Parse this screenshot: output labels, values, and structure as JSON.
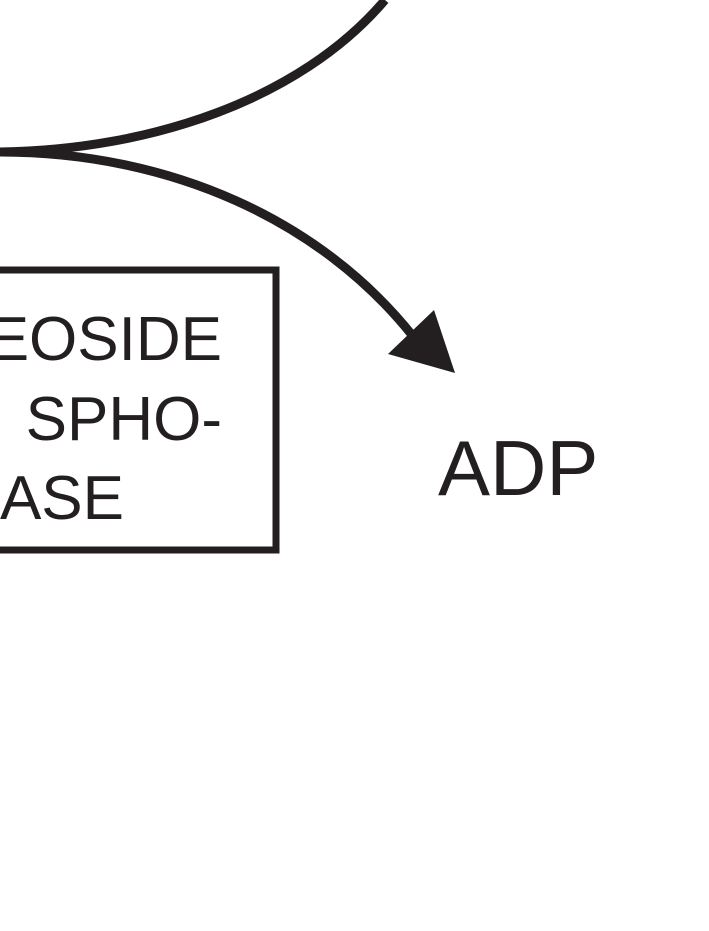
{
  "diagram": {
    "ink_color": "#231f20",
    "background_color": "#ffffff",
    "enzyme_box": {
      "lines": [
        "EOSIDE",
        "SPHO-",
        "ASE"
      ]
    },
    "product_label": "ADP"
  }
}
